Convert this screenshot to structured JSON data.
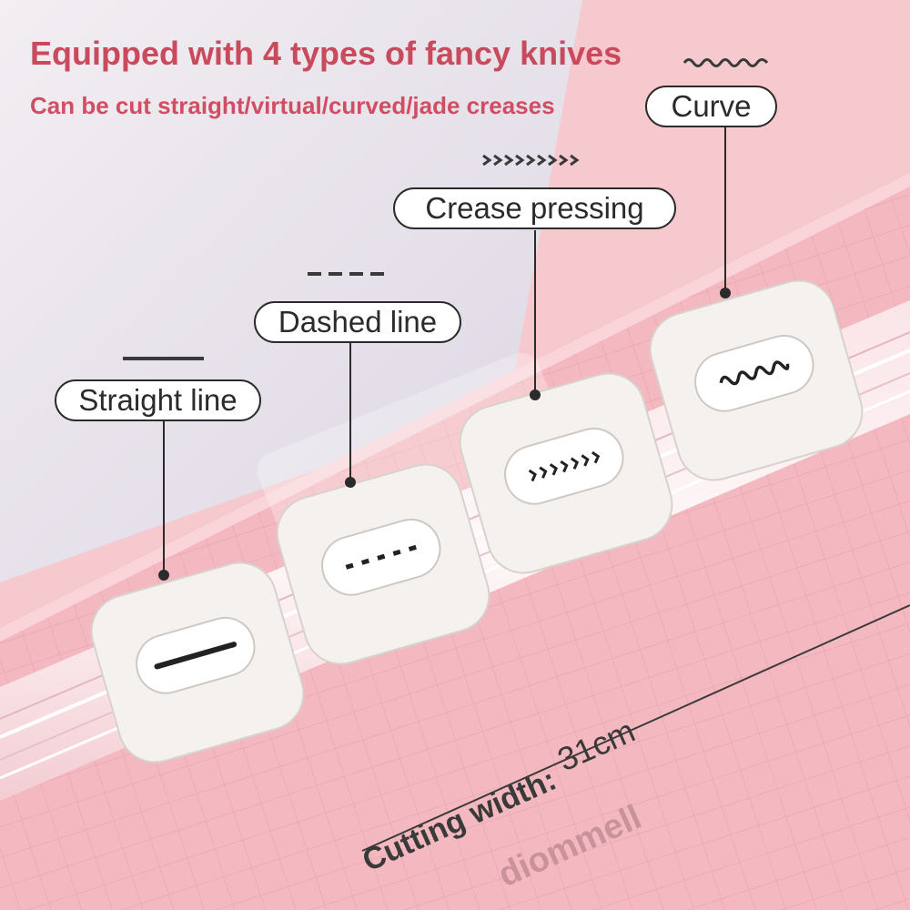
{
  "headline": "Equipped with 4 types of fancy knives",
  "subline": "Can be cut straight/virtual/curved/jade creases",
  "labels": {
    "straight": "Straight line",
    "dashed": "Dashed line",
    "crease": "Crease pressing",
    "curve": "Curve"
  },
  "width_label": "Cutting width:",
  "width_value": "31cm",
  "brand": "diommell",
  "colors": {
    "accent_text": "#c94a5c",
    "board_pink": "#f4b9c0",
    "background_pink": "#f6c9cf",
    "knife_white": "#f4f1ee"
  }
}
